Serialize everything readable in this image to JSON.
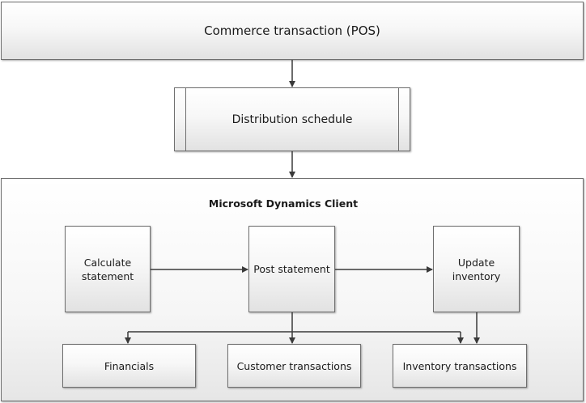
{
  "diagram": {
    "top_box": {
      "label": "Commerce transaction (POS)"
    },
    "distribution_box": {
      "label": "Distribution schedule"
    },
    "client": {
      "title": "Microsoft Dynamics Client",
      "calculate": {
        "line1": "Calculate",
        "line2": "statement"
      },
      "post": {
        "label": "Post statement"
      },
      "update": {
        "line1": "Update",
        "line2": "inventory"
      },
      "financials": {
        "label": "Financials"
      },
      "customer": {
        "label": "Customer transactions"
      },
      "inventory": {
        "label": "Inventory transactions"
      }
    },
    "colors": {
      "border": "#6f6f6f",
      "arrow": "#3a3a3a",
      "fill": "#f2f2f2"
    }
  }
}
